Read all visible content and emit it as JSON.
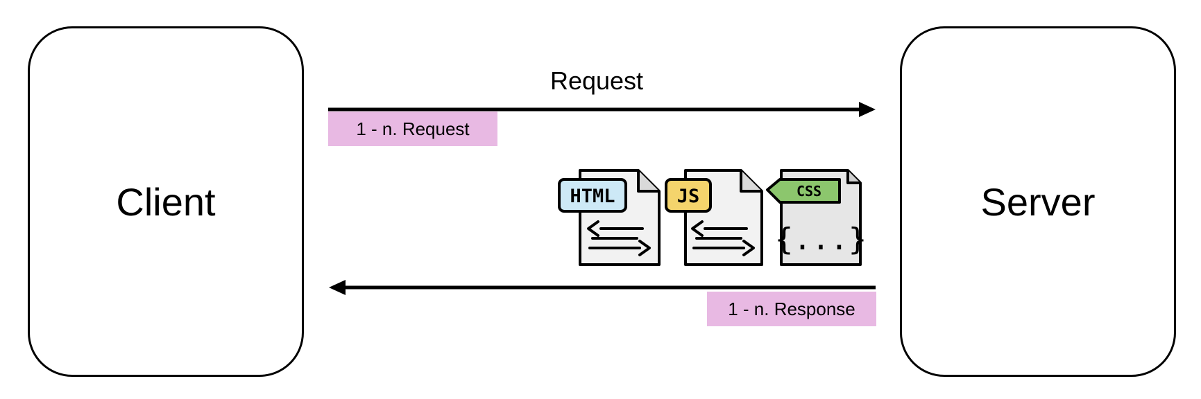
{
  "nodes": {
    "client": {
      "label": "Client"
    },
    "server": {
      "label": "Server"
    }
  },
  "request": {
    "title": "Request",
    "tag": "1 - n. Request"
  },
  "response": {
    "tag": "1 - n. Response"
  },
  "files": {
    "html": {
      "label": "HTML",
      "icon": "html-file-icon",
      "color": "#cde9f6"
    },
    "js": {
      "label": "JS",
      "icon": "js-file-icon",
      "color": "#f4d46c"
    },
    "css": {
      "label": "CSS",
      "icon": "css-file-icon",
      "color": "#8cc66d",
      "body": "{...}"
    }
  },
  "colors": {
    "tag_background": "#e8b9e3",
    "stroke": "#000000"
  }
}
